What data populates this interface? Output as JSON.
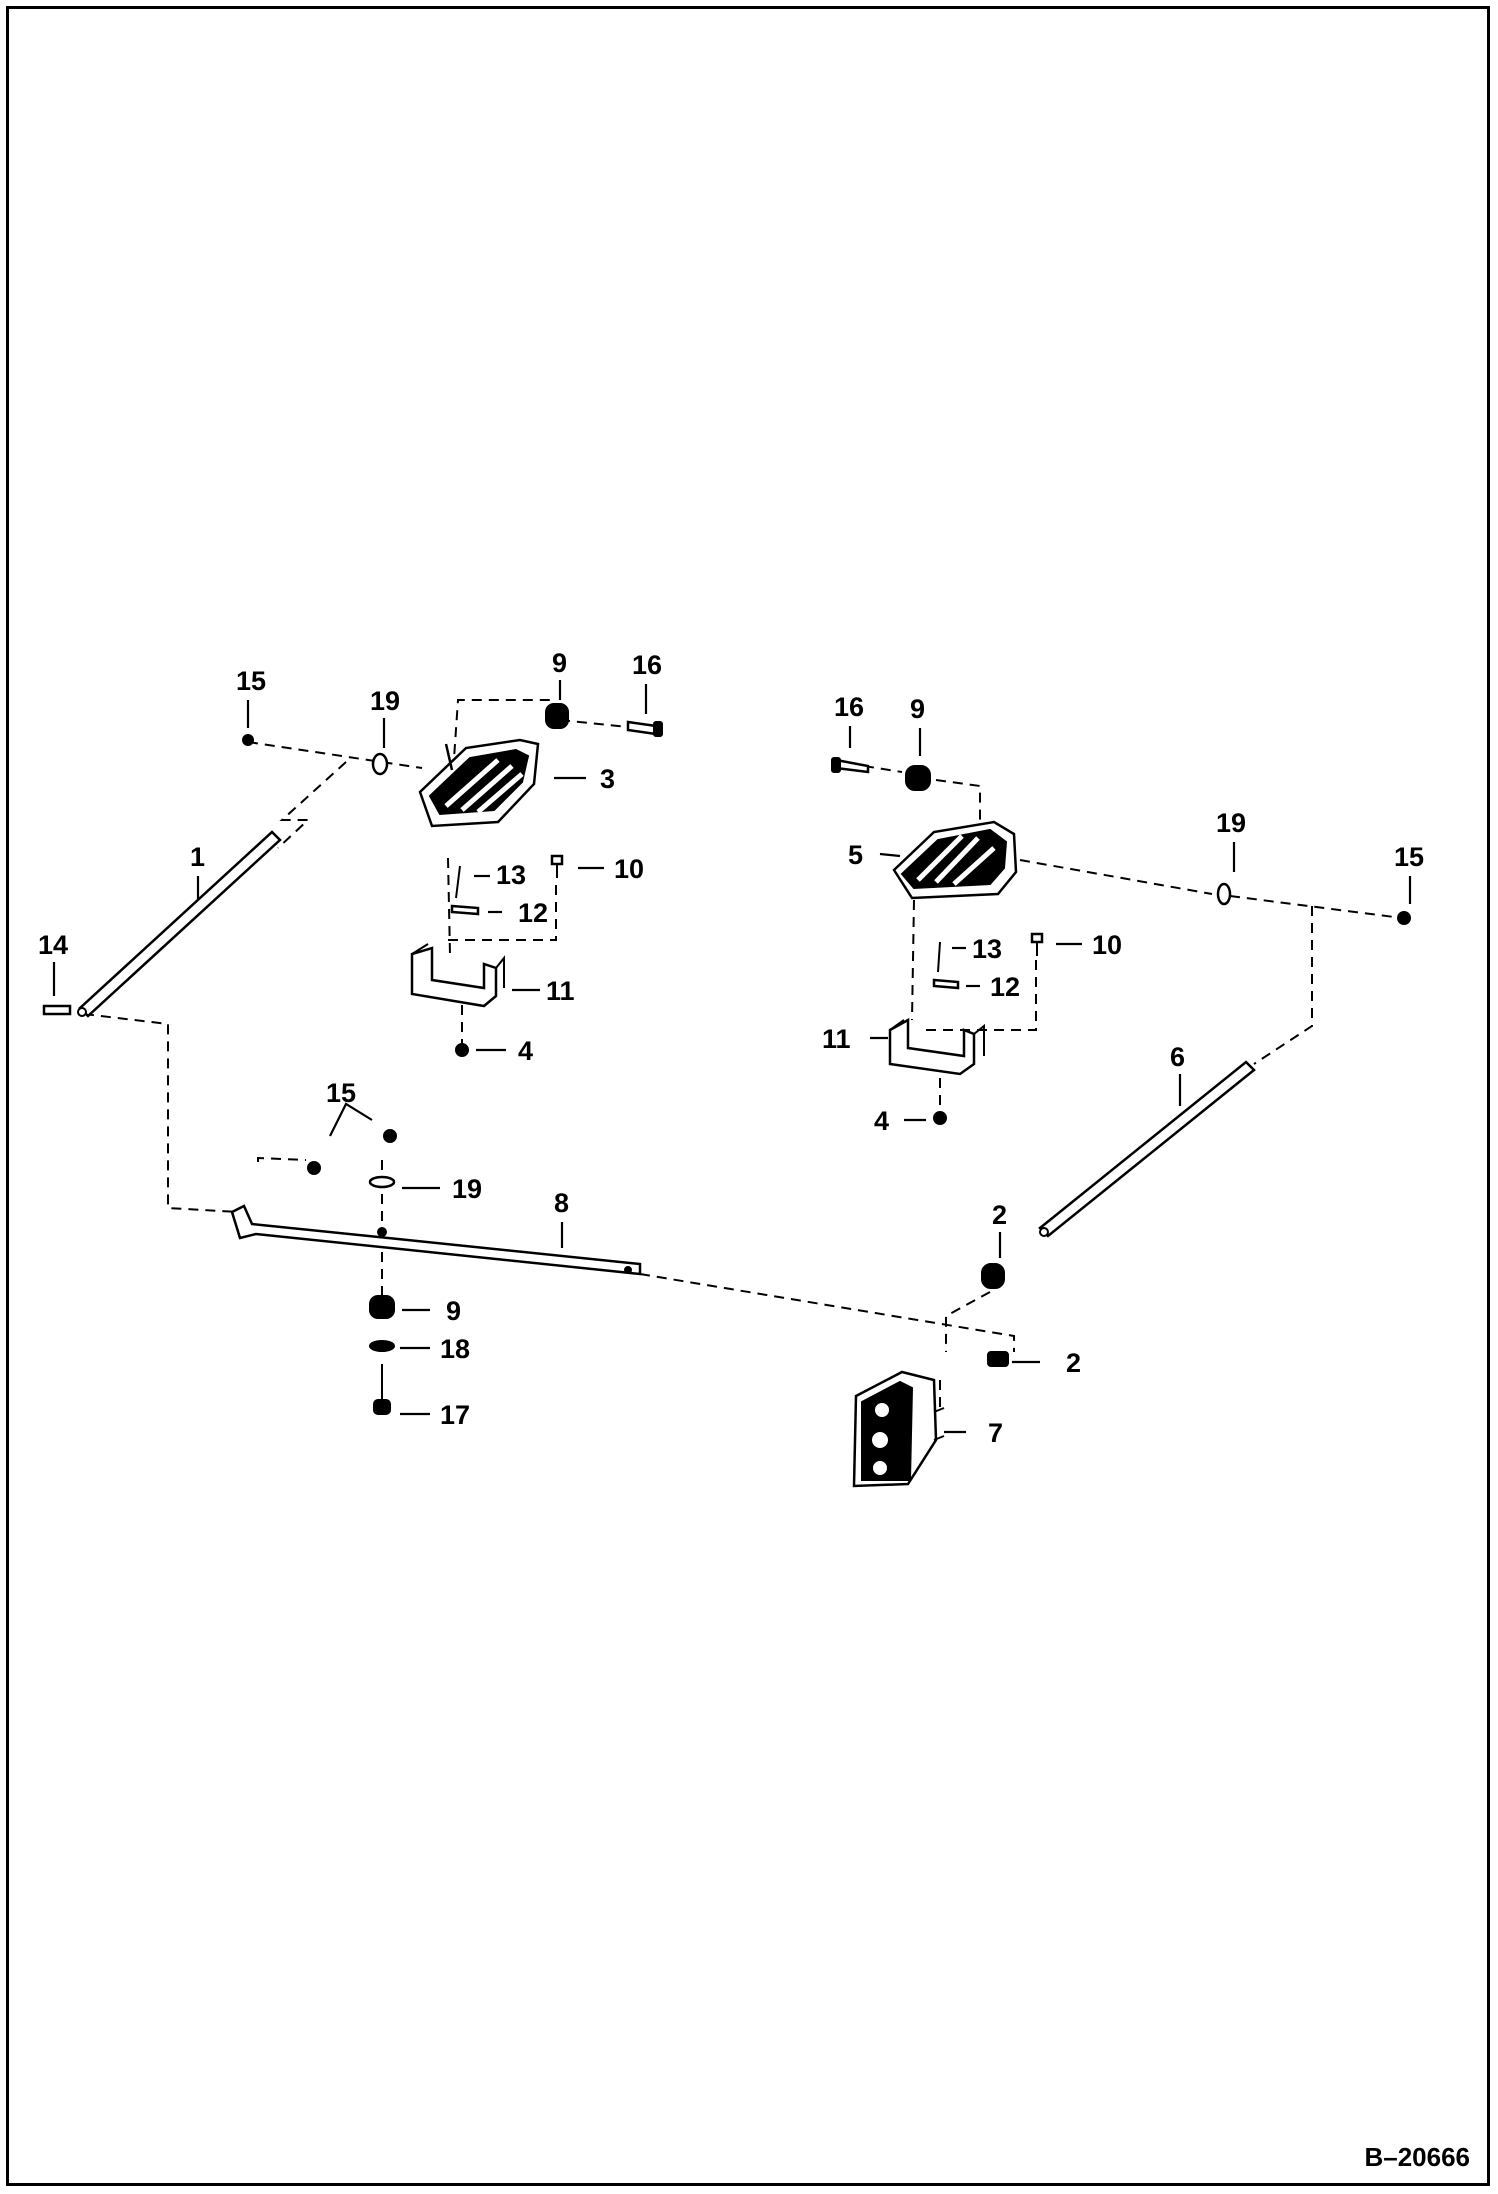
{
  "diagram": {
    "reference": "B–20666",
    "callouts": [
      {
        "id": "c-15a",
        "text": "15"
      },
      {
        "id": "c-19a",
        "text": "19"
      },
      {
        "id": "c-9a",
        "text": "9"
      },
      {
        "id": "c-16a",
        "text": "16"
      },
      {
        "id": "c-3",
        "text": "3"
      },
      {
        "id": "c-1",
        "text": "1"
      },
      {
        "id": "c-13a",
        "text": "13"
      },
      {
        "id": "c-10a",
        "text": "10"
      },
      {
        "id": "c-12a",
        "text": "12"
      },
      {
        "id": "c-14",
        "text": "14"
      },
      {
        "id": "c-11a",
        "text": "11"
      },
      {
        "id": "c-4a",
        "text": "4"
      },
      {
        "id": "c-16b",
        "text": "16"
      },
      {
        "id": "c-9b",
        "text": "9"
      },
      {
        "id": "c-19b",
        "text": "19"
      },
      {
        "id": "c-15b",
        "text": "15"
      },
      {
        "id": "c-5",
        "text": "5"
      },
      {
        "id": "c-13b",
        "text": "13"
      },
      {
        "id": "c-10b",
        "text": "10"
      },
      {
        "id": "c-12b",
        "text": "12"
      },
      {
        "id": "c-11b",
        "text": "11"
      },
      {
        "id": "c-4b",
        "text": "4"
      },
      {
        "id": "c-6",
        "text": "6"
      },
      {
        "id": "c-15c",
        "text": "15"
      },
      {
        "id": "c-19c",
        "text": "19"
      },
      {
        "id": "c-8",
        "text": "8"
      },
      {
        "id": "c-2a",
        "text": "2"
      },
      {
        "id": "c-9c",
        "text": "9"
      },
      {
        "id": "c-18",
        "text": "18"
      },
      {
        "id": "c-17",
        "text": "17"
      },
      {
        "id": "c-2b",
        "text": "2"
      },
      {
        "id": "c-7",
        "text": "7"
      }
    ]
  }
}
